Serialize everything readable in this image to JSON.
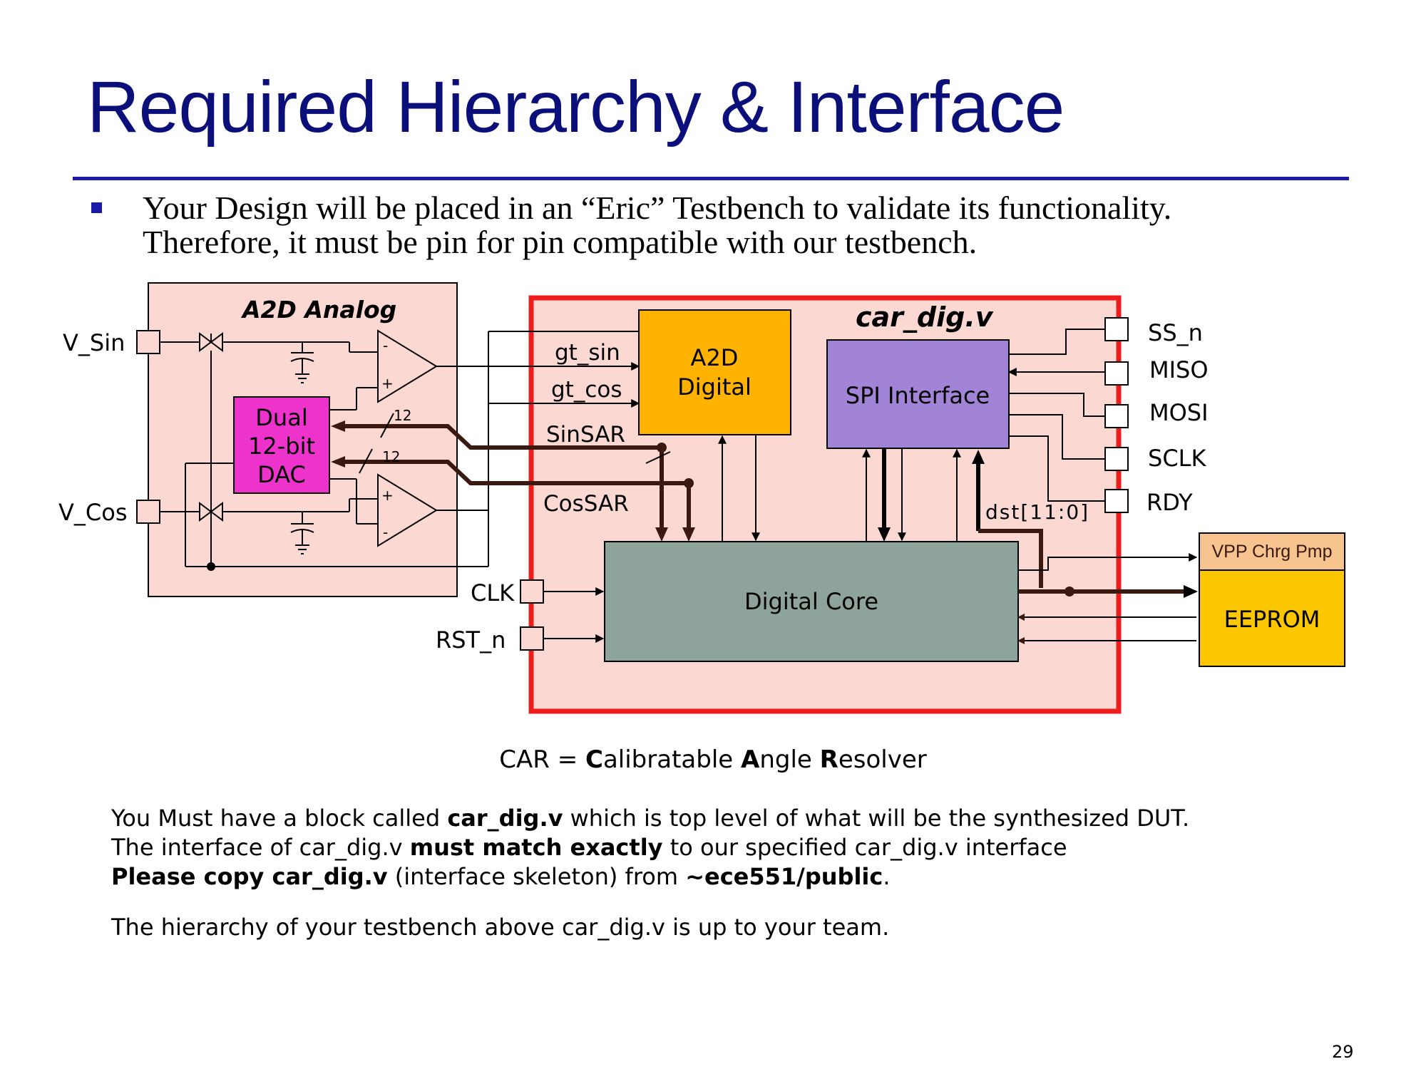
{
  "slide": {
    "title": "Required Hierarchy & Interface",
    "bullet_line1": "Your Design will be placed in an “Eric” Testbench to validate its functionality.",
    "bullet_line2": "Therefore, it must be pin for pin compatible with our testbench.",
    "page_number": "29"
  },
  "diagram": {
    "analog_block": "A2D Analog",
    "dac_line1": "Dual",
    "dac_line2": "12-bit",
    "dac_line3": "DAC",
    "bus_width_1": "12",
    "bus_width_2": "12",
    "v_sin": "V_Sin",
    "v_cos": "V_Cos",
    "car_dig": "car_dig.v",
    "a2d_digital_line1": "A2D",
    "a2d_digital_line2": "Digital",
    "spi_interface": "SPI Interface",
    "digital_core": "Digital Core",
    "gt_sin": "gt_sin",
    "gt_cos": "gt_cos",
    "sinsar": "SinSAR",
    "cossar": "CosSAR",
    "clk": "CLK",
    "rst_n": "RST_n",
    "ss_n": "SS_n",
    "miso": "MISO",
    "mosi": "MOSI",
    "sclk": "SCLK",
    "rdy": "RDY",
    "dst": "dst[11:0]",
    "vpp": "VPP Chrg Pmp",
    "eeprom": "EEPROM",
    "colors": {
      "analog_fill": "#fbd9d2",
      "car_border": "#ee1c1c",
      "a2d_digital": "#ffb300",
      "spi": "#a184d6",
      "digital_core": "#8ea49a",
      "dac": "#ee33cc",
      "vpp": "#f7c38f",
      "eeprom": "#fdc700"
    }
  },
  "caption": {
    "prefix": "CAR = ",
    "c": "C",
    "c_rest": "alibratable ",
    "a": "A",
    "a_rest": "ngle ",
    "r": "R",
    "r_rest": "esolver"
  },
  "notes": {
    "l1_a": "You Must have a block called ",
    "l1_b": "car_dig.v",
    "l1_c": " which is top level of what will be the synthesized DUT.",
    "l2_a": "The interface of car_dig.v ",
    "l2_b": "must match exactly",
    "l2_c": " to our specified car_dig.v interface",
    "l3_a": "Please copy car_dig.v",
    "l3_b": " (interface skeleton) from ",
    "l3_c": "~ece551/public",
    "l3_d": ".",
    "l4": "The hierarchy of your testbench above car_dig.v is up to your team."
  }
}
